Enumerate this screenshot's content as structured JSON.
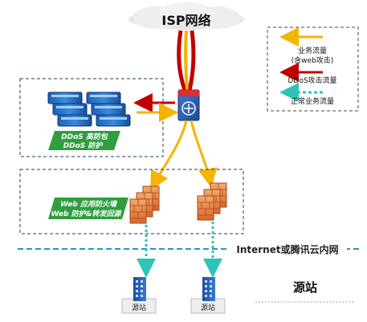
{
  "isp": {
    "label": "ISP网络"
  },
  "legend": {
    "items": [
      {
        "label": "业务流量",
        "sublabel": "(含web攻击)",
        "color": "#f4b400"
      },
      {
        "label": "DDoS攻击流量",
        "sublabel": "",
        "color": "#c00000"
      },
      {
        "label": "正常业务流量",
        "sublabel": "",
        "color": "#2ec4b6"
      }
    ]
  },
  "ddos_cluster": {
    "tag_line1": "DDoS 高防包",
    "tag_line2": "DDoS 防护",
    "tag_color": "#2e9e3e"
  },
  "waf_cluster": {
    "tag_line1": "Web 应用防火墙",
    "tag_line2": "Web 防护&转发回源",
    "tag_color": "#2e9e3e"
  },
  "network": {
    "label": "Internet或腾讯云内网"
  },
  "origin": {
    "title": "源站",
    "servers": [
      {
        "label": "源站"
      },
      {
        "label": "源站"
      }
    ]
  }
}
